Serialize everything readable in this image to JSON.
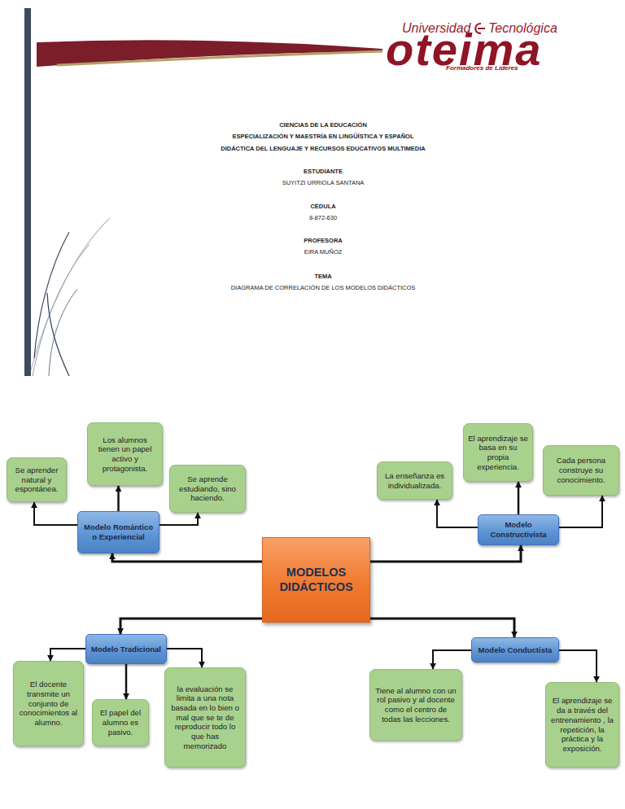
{
  "diagram": {
    "nodes": [
      {
        "text": [
          "MODELOS DIDÁCTICOS"
        ]
      },
      {
        "text": [
          "Modelo Romántico o Experiencial"
        ]
      },
      {
        "text": [
          "Se aprender natural y espontánea."
        ]
      },
      {
        "text": [
          "Los alumnos tienen un papel activo y protagonista."
        ]
      },
      {
        "text": [
          "Se aprende estudiando, sino haciendo."
        ]
      },
      {
        "text": [
          "Modelo Constructivista"
        ]
      },
      {
        "text": [
          "La enseñanza es individualizada."
        ]
      },
      {
        "text": [
          "El aprendizaje se basa en su propia experiencia."
        ]
      },
      {
        "text": [
          "Cada persona construye su conocimiento."
        ]
      },
      {
        "text": [
          "Modelo Tradicional"
        ]
      },
      {
        "text": [
          "El docente transmite un conjunto de conocimientos al alumno."
        ]
      },
      {
        "text": [
          "El papel del alumno es pasivo."
        ]
      },
      {
        "text": [
          "la evaluación se limita a una nota basada en lo bien o mal que se te de reproducir todo lo que has memorizado"
        ]
      },
      {
        "text": [
          "Modelo Conductista"
        ]
      },
      {
        "text": [
          "Tiene al alumno con un rol pasivo y al docente como el centro de todas las lecciones."
        ]
      },
      {
        "text": [
          "El aprendizaje se da a través del entrenamiento , la repetición, la práctica y la exposición."
        ]
      }
    ],
    "edges": [
      {
        "from": 0,
        "to": 1,
        "arrow": "to"
      },
      {
        "from": 0,
        "to": 5,
        "arrow": "to"
      },
      {
        "from": 0,
        "to": 9,
        "arrow": "to"
      },
      {
        "from": 0,
        "to": 13,
        "arrow": "to"
      },
      {
        "from": 1,
        "to": 2,
        "arrow": "to"
      },
      {
        "from": 1,
        "to": 3,
        "arrow": "to"
      },
      {
        "from": 1,
        "to": 4,
        "arrow": "to"
      },
      {
        "from": 5,
        "to": 6,
        "arrow": "to"
      },
      {
        "from": 5,
        "to": 7,
        "arrow": "to"
      },
      {
        "from": 5,
        "to": 8,
        "arrow": "to"
      },
      {
        "from": 9,
        "to": 10,
        "arrow": "to"
      },
      {
        "from": 9,
        "to": 11,
        "arrow": "to"
      },
      {
        "from": 9,
        "to": 12,
        "arrow": "to"
      },
      {
        "from": 13,
        "to": 14,
        "arrow": "to"
      },
      {
        "from": 13,
        "to": 15,
        "arrow": "to"
      }
    ],
    "labels": [
      "Universidad",
      "Tecnológica",
      "oteima",
      "Formadores de Líderes",
      "CIENCIAS DE LA EDUCACIÓN",
      "ESPECIALIZACIÓN Y MAESTRÍA EN LINGÜÍSTICA Y ESPAÑOL",
      "DIDÁCTICA DEL LENGUAJE Y RECURSOS EDUCATIVOS MULTIMEDIA",
      "ESTUDIANTE",
      "SUYITZI URRIOLA SANTANA",
      "CÉDULA",
      "8-872-630",
      "PROFESORA",
      "EIRA MUÑOZ",
      "TEMA",
      "DIAGRAMA DE CORRELACIÓN DE LOS MODELOS DIDÁCTICOS"
    ]
  }
}
